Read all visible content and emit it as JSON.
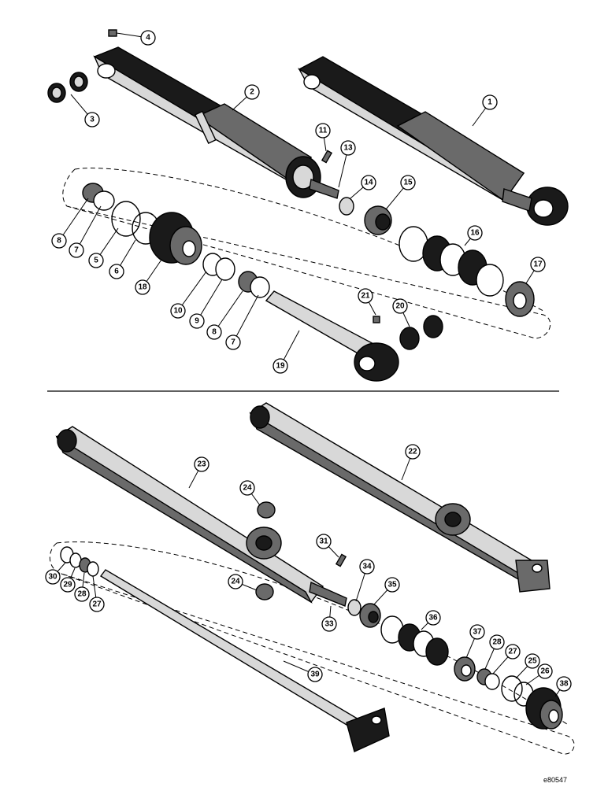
{
  "diagram": {
    "callouts": [
      {
        "id": "c4",
        "label": "4"
      },
      {
        "id": "c2",
        "label": "2"
      },
      {
        "id": "c1",
        "label": "1"
      },
      {
        "id": "c3",
        "label": "3"
      },
      {
        "id": "c11",
        "label": "11"
      },
      {
        "id": "c13",
        "label": "13"
      },
      {
        "id": "c14",
        "label": "14"
      },
      {
        "id": "c15",
        "label": "15"
      },
      {
        "id": "c16",
        "label": "16"
      },
      {
        "id": "c17",
        "label": "17"
      },
      {
        "id": "c8a",
        "label": "8"
      },
      {
        "id": "c7a",
        "label": "7"
      },
      {
        "id": "c5",
        "label": "5"
      },
      {
        "id": "c6",
        "label": "6"
      },
      {
        "id": "c18",
        "label": "18"
      },
      {
        "id": "c10",
        "label": "10"
      },
      {
        "id": "c9",
        "label": "9"
      },
      {
        "id": "c8b",
        "label": "8"
      },
      {
        "id": "c7b",
        "label": "7"
      },
      {
        "id": "c21",
        "label": "21"
      },
      {
        "id": "c20",
        "label": "20"
      },
      {
        "id": "c19",
        "label": "19"
      },
      {
        "id": "c22",
        "label": "22"
      },
      {
        "id": "c23",
        "label": "23"
      },
      {
        "id": "c24a",
        "label": "24"
      },
      {
        "id": "c31",
        "label": "31"
      },
      {
        "id": "c24b",
        "label": "24"
      },
      {
        "id": "c30",
        "label": "30"
      },
      {
        "id": "c29",
        "label": "29"
      },
      {
        "id": "c28a",
        "label": "28"
      },
      {
        "id": "c27a",
        "label": "27"
      },
      {
        "id": "c34",
        "label": "34"
      },
      {
        "id": "c35",
        "label": "35"
      },
      {
        "id": "c33",
        "label": "33"
      },
      {
        "id": "c36",
        "label": "36"
      },
      {
        "id": "c37",
        "label": "37"
      },
      {
        "id": "c28b",
        "label": "28"
      },
      {
        "id": "c27b",
        "label": "27"
      },
      {
        "id": "c25",
        "label": "25"
      },
      {
        "id": "c26",
        "label": "26"
      },
      {
        "id": "c38",
        "label": "38"
      },
      {
        "id": "c39",
        "label": "39"
      }
    ],
    "figure_code": "e80547"
  }
}
